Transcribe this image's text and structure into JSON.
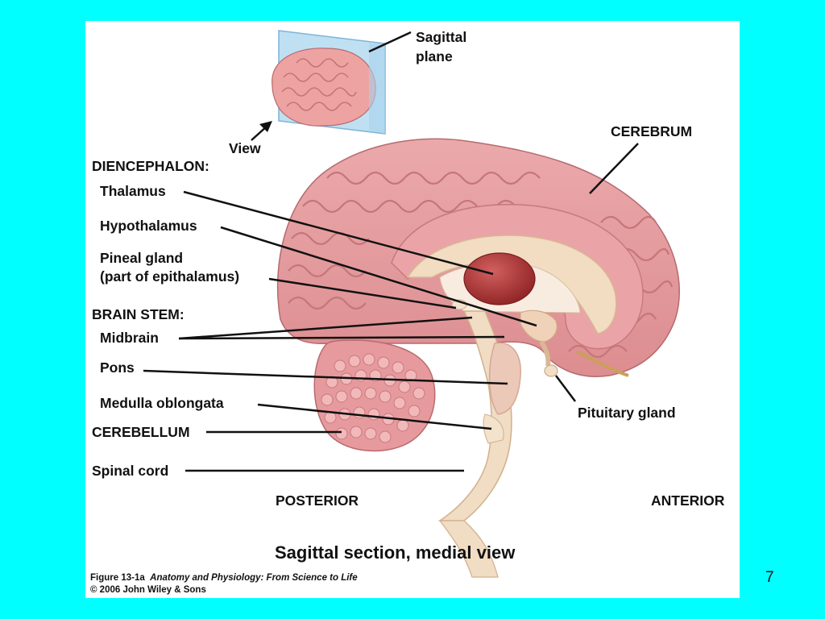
{
  "slide": {
    "page_number": "7",
    "colors": {
      "background": "#00ffff",
      "panel": "#ffffff",
      "cerebrum": "#e8a0a2",
      "thalamus": "#b5383a",
      "stem": "#f1dcc4"
    }
  },
  "diagram": {
    "inset": {
      "label_line1": "Sagittal",
      "label_line2": "plane",
      "view_label": "View"
    },
    "labels": {
      "cerebrum": "CEREBRUM",
      "diencephalon": "DIENCEPHALON:",
      "thalamus": "Thalamus",
      "hypothalamus": "Hypothalamus",
      "pineal_line1": "Pineal gland",
      "pineal_line2": "(part of epithalamus)",
      "brain_stem": "BRAIN STEM:",
      "midbrain": "Midbrain",
      "pons": "Pons",
      "medulla": "Medulla oblongata",
      "cerebellum": "CEREBELLUM",
      "spinal_cord": "Spinal cord",
      "pituitary": "Pituitary gland",
      "posterior": "POSTERIOR",
      "anterior": "ANTERIOR"
    },
    "caption": "Sagittal section, medial view",
    "credit_line1_figure": "Figure 13-1a",
    "credit_line1_title": "Anatomy and Physiology: From Science to Life",
    "credit_line2": "© 2006 John Wiley & Sons"
  }
}
